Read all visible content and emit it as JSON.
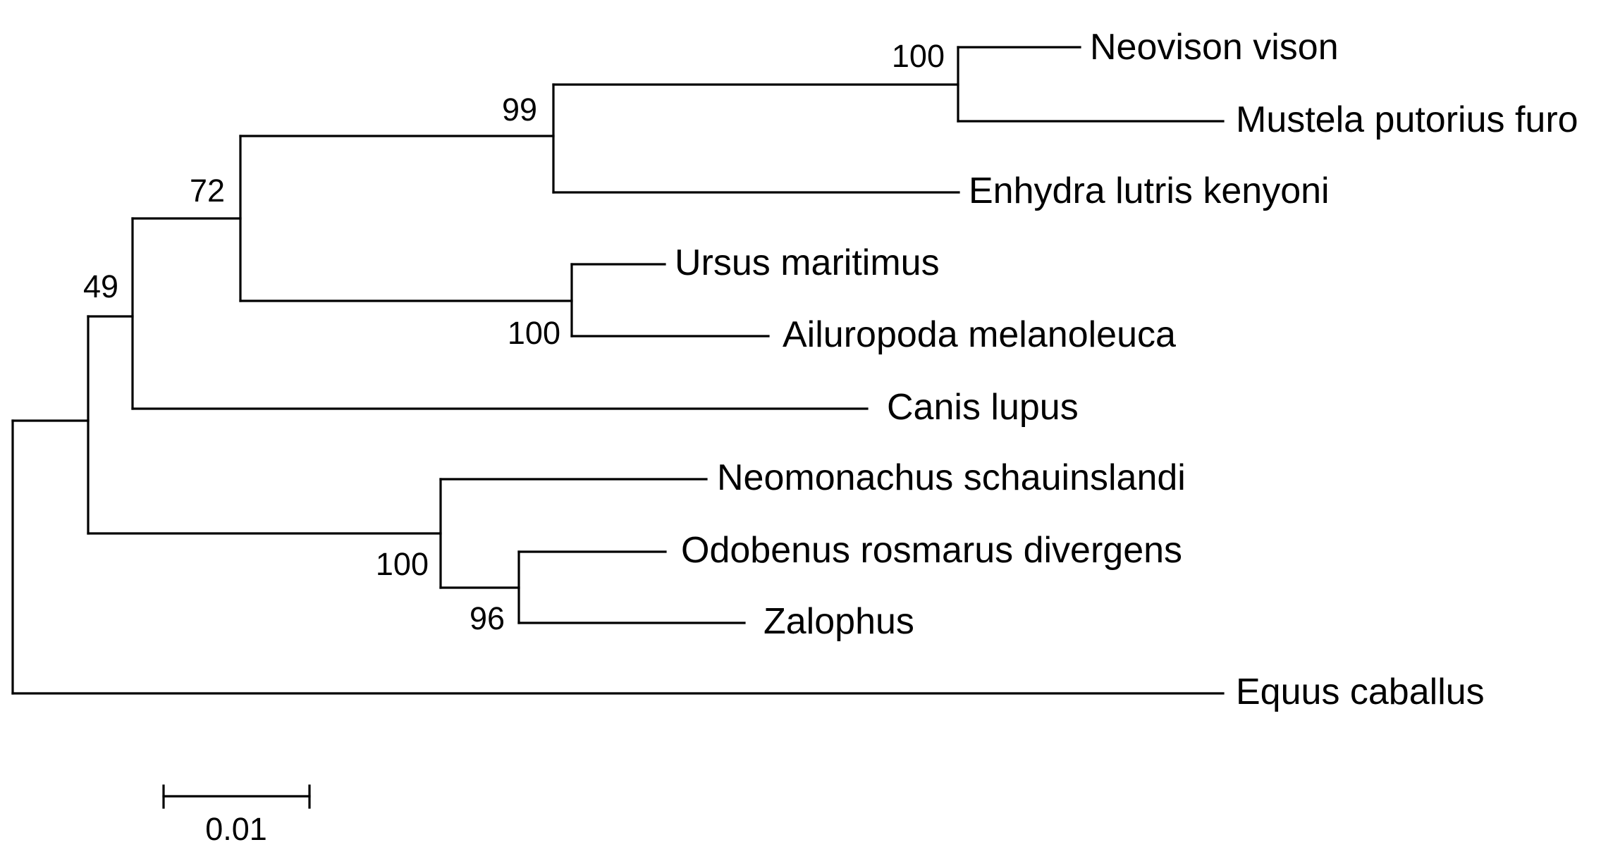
{
  "tree": {
    "taxa": [
      {
        "id": "neovison",
        "label": "Neovison vison"
      },
      {
        "id": "mustela",
        "label": "Mustela putorius furo"
      },
      {
        "id": "enhydra",
        "label": "Enhydra lutris kenyoni"
      },
      {
        "id": "ursus",
        "label": "Ursus maritimus"
      },
      {
        "id": "ailuropoda",
        "label": "Ailuropoda melanoleuca"
      },
      {
        "id": "canis",
        "label": "Canis lupus"
      },
      {
        "id": "neomonachus",
        "label": "Neomonachus schauinslandi"
      },
      {
        "id": "odobenus",
        "label": "Odobenus rosmarus divergens"
      },
      {
        "id": "zalophus",
        "label": "Zalophus"
      },
      {
        "id": "equus",
        "label": "Equus caballus"
      }
    ],
    "bootstrap": {
      "mustelid_pair": "100",
      "mustelidae": "99",
      "musteloid_ursid": "72",
      "ursidae": "100",
      "caniformia": "49",
      "pinnipedia": "100",
      "otarioid": "96"
    },
    "scale_bar": {
      "value": 0.01,
      "label": "0.01"
    }
  }
}
